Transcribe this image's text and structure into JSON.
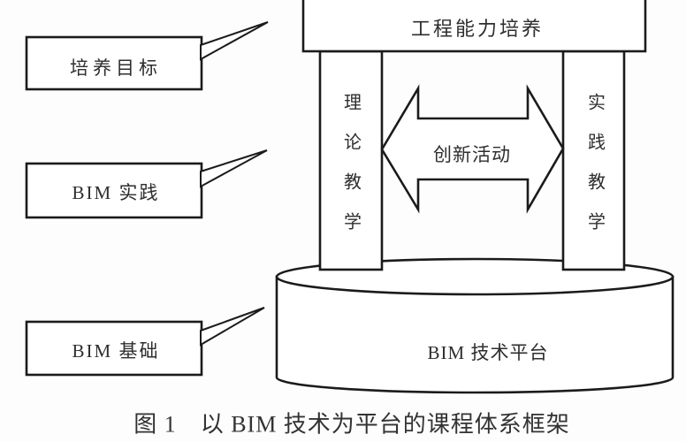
{
  "figure": {
    "top_box": {
      "label": "工程能力培养"
    },
    "pillars": {
      "left": "理论教学",
      "right": "实践教学"
    },
    "arrow_label": "创新活动",
    "platform_label": "BIM 技术平台",
    "callouts": [
      {
        "label": "培养目标"
      },
      {
        "label": "BIM 实践"
      },
      {
        "label": "BIM 基础"
      }
    ],
    "caption": "图 1　以 BIM 技术为平台的课程体系框架",
    "colors": {
      "line": "#1b1b1b",
      "text": "#2e2e2e",
      "background": "#fdfdfd"
    }
  }
}
